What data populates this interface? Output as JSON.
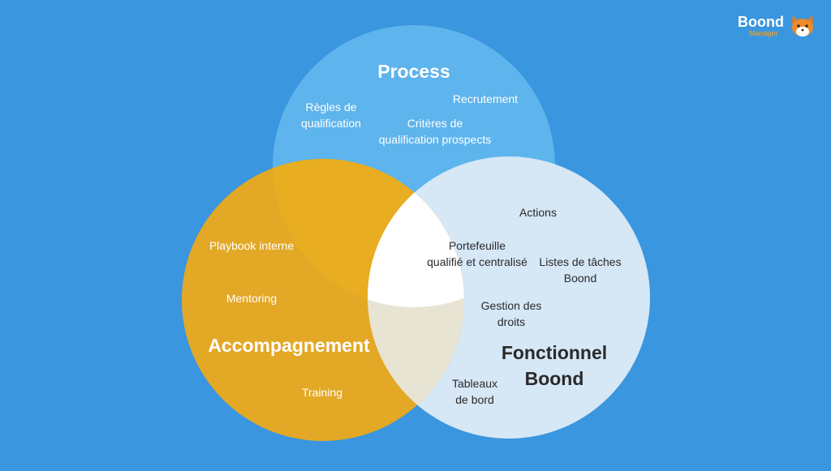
{
  "logo": {
    "name": "Boond",
    "sub": "Manager"
  },
  "colors": {
    "background": "#3a96de",
    "process_circle": "#5eb4ec",
    "fonctionnel_circle": "#d6e7f6",
    "accompagnement_circle": "#e3a826",
    "center_overlap": "#ffffff"
  },
  "circles": {
    "process": {
      "title": "Process",
      "items": [
        "Règles de\nqualification",
        "Recrutement",
        "Critères de\nqualification prospects"
      ]
    },
    "accompagnement": {
      "title": "Accompagnement",
      "items": [
        "Playbook interne",
        "Mentoring",
        "Training"
      ]
    },
    "fonctionnel": {
      "title": "Fonctionnel\nBoond",
      "items": [
        "Actions",
        "Listes de tâches\nBoond",
        "Gestion des\ndroits",
        "Tableaux\nde bord"
      ]
    },
    "center": {
      "label": "Portefeuille\nqualifié et centralisé"
    }
  }
}
